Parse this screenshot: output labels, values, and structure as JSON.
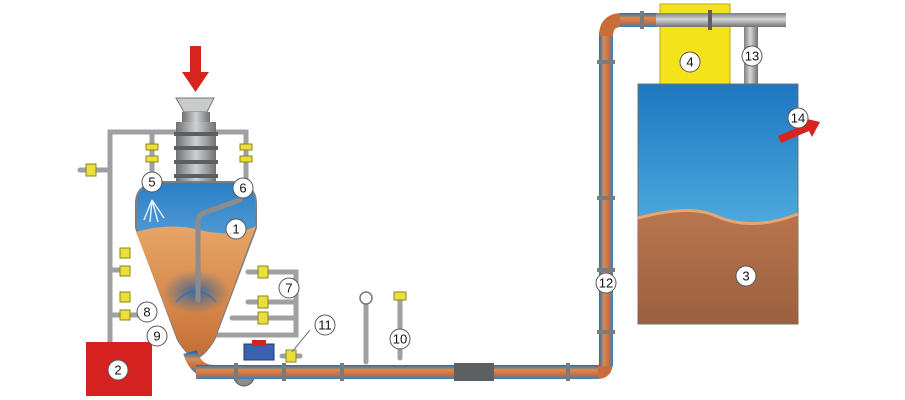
{
  "diagram": {
    "labels": {
      "n1": "1",
      "n2": "2",
      "n3": "3",
      "n4": "4",
      "n5": "5",
      "n6": "6",
      "n7": "7",
      "n8": "8",
      "n9": "9",
      "n10": "10",
      "n11": "11",
      "n12": "12",
      "n13": "13",
      "n14": "14"
    },
    "colors": {
      "pipe": "#a9aaab",
      "pipe_dark": "#6f7072",
      "product": "#c8743a",
      "product_light": "#e9a66c",
      "water_blue": "#1e7fc4",
      "water_light": "#8ec9ee",
      "silo_brown": "#a56a46",
      "filter_yellow": "#f4e21a",
      "compressor_red": "#d52220",
      "arrow_red": "#d8241f",
      "valve_yellow": "#e9de3a"
    },
    "icons": {
      "feed_arrow": "arrow-down-icon",
      "vent_arrow": "arrow-up-right-icon"
    }
  }
}
